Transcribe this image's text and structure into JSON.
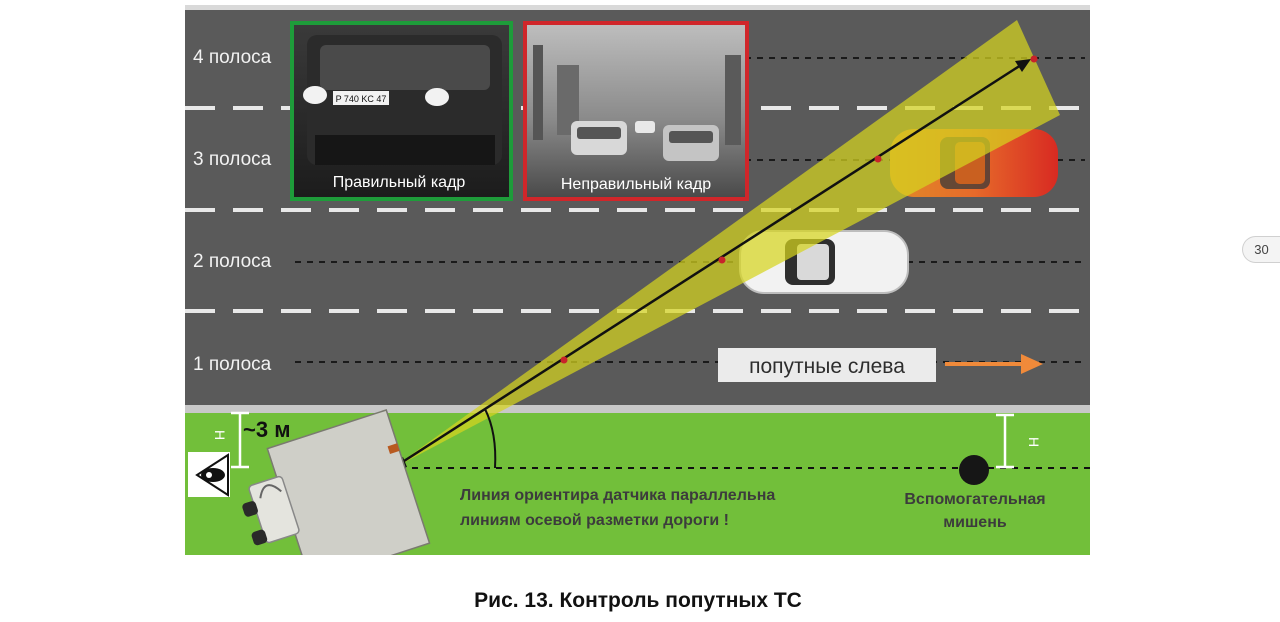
{
  "lanes": [
    "4 полоса",
    "3 полоса",
    "2 полоса",
    "1 полоса"
  ],
  "photos": {
    "correct_caption": "Правильный кадр",
    "correct_plate": "P 740 KC 47",
    "incorrect_caption": "Неправильный кадр"
  },
  "direction_label": "попутные слева",
  "distance_label": "~3 м",
  "height_mark": "Н",
  "sensor_note_line1": "Линия ориентира датчика параллельна",
  "sensor_note_line2": "линиям осевой разметки дороги !",
  "target_label_line1": "Вспомогательная",
  "target_label_line2": "мишень",
  "caption": "Рис. 13. Контроль попутных ТС",
  "page_number": "30",
  "colors": {
    "road": "#5a5a5a",
    "grass": "#72bf3a",
    "beam": "#d6d41f",
    "frame_correct": "#1e9c3a",
    "frame_incorrect": "#d0262a",
    "arrow_orange": "#f08a3a"
  },
  "icons": [
    "eye-icon",
    "sensor-device-icon",
    "target-marker-icon",
    "direction-arrow-icon"
  ]
}
